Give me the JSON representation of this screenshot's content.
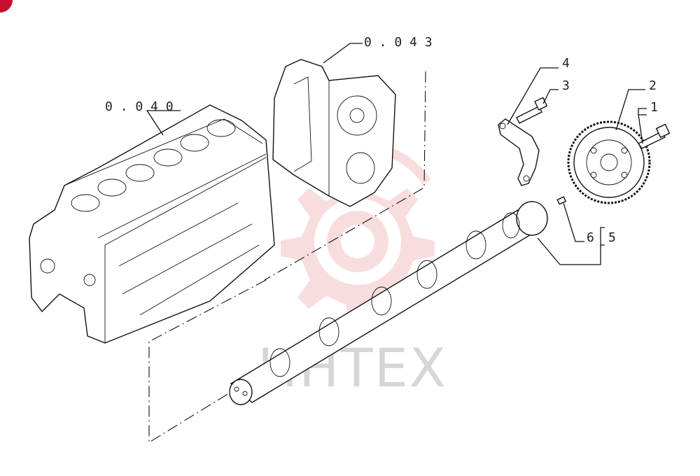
{
  "watermark": {
    "text": "HHTEX",
    "logo_color": "#f3c3c5"
  },
  "corner_badge_color": "#c8102e",
  "references": [
    {
      "id": "ref-block",
      "text": "0 . 0 4 0"
    },
    {
      "id": "ref-cover",
      "text": "0 . 0 4 3"
    }
  ],
  "callouts": [
    "1",
    "2",
    "3",
    "4",
    "5",
    "6"
  ],
  "parts": [
    {
      "name": "engine-block",
      "callout": "0.040"
    },
    {
      "name": "timing-cover",
      "callout": "0.043"
    },
    {
      "name": "camshaft",
      "callout": "5"
    },
    {
      "name": "camshaft-gear",
      "callout": "2"
    },
    {
      "name": "gear-bolt",
      "callout": "1"
    },
    {
      "name": "retaining-plate-bolt",
      "callout": "3"
    },
    {
      "name": "thrust-plate",
      "callout": "4"
    },
    {
      "name": "dowel-pin",
      "callout": "6"
    }
  ]
}
